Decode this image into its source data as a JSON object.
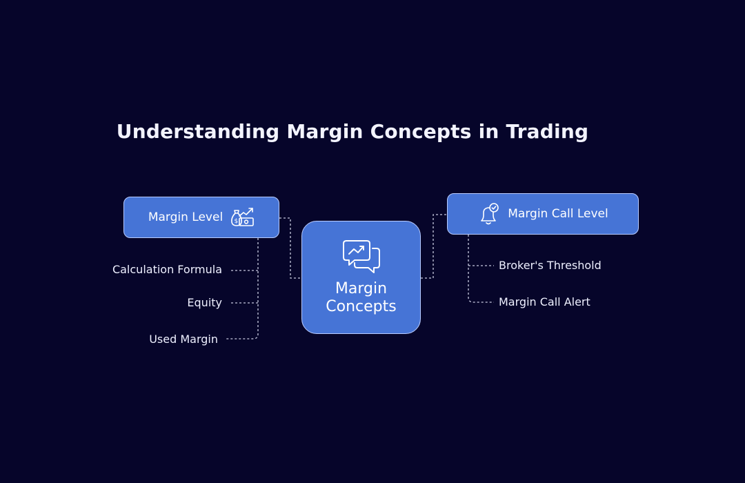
{
  "title": "Understanding Margin Concepts in Trading",
  "center": {
    "line1": "Margin",
    "line2": "Concepts",
    "icon": "chat-trend-icon"
  },
  "left": {
    "label": "Margin Level",
    "icon": "money-growth-icon",
    "children": [
      "Calculation Formula",
      "Equity",
      "Used Margin"
    ]
  },
  "right": {
    "label": "Margin Call Level",
    "icon": "bell-check-icon",
    "children": [
      "Broker's Threshold",
      "Margin Call Alert"
    ]
  },
  "colors": {
    "background": "#06052a",
    "node": "#4674d6",
    "node_border": "#b9ccff",
    "connector": "#c9cbe0"
  }
}
